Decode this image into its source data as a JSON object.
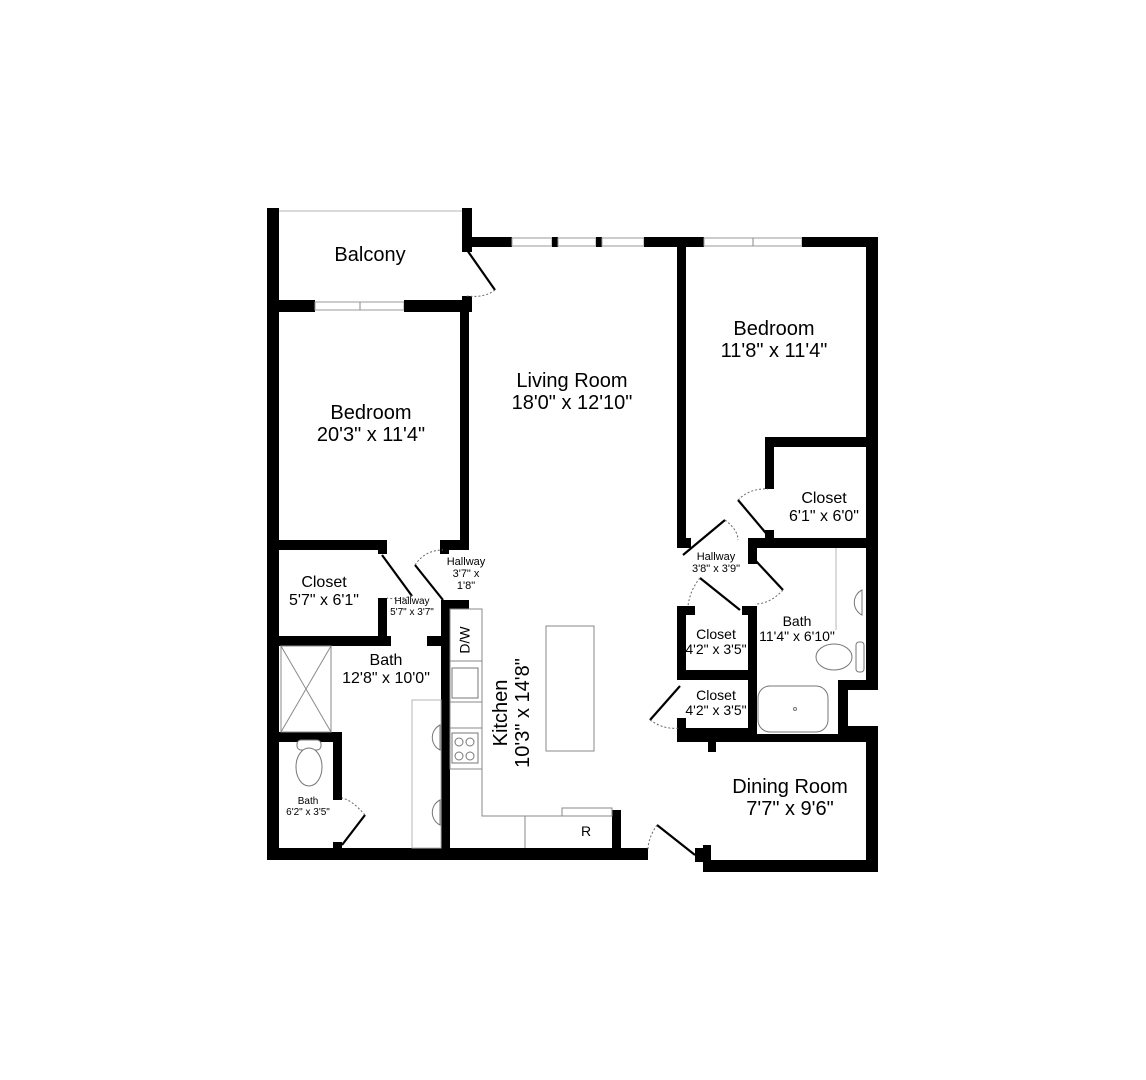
{
  "floorplan": {
    "rooms": [
      {
        "id": "balcony",
        "name": "Balcony",
        "dims": ""
      },
      {
        "id": "living-room",
        "name": "Living Room",
        "dims": "18'0\" x 12'10\""
      },
      {
        "id": "bedroom-left",
        "name": "Bedroom",
        "dims": "20'3\" x 11'4\""
      },
      {
        "id": "bedroom-right",
        "name": "Bedroom",
        "dims": "11'8\" x 11'4\""
      },
      {
        "id": "closet-right",
        "name": "Closet",
        "dims": "6'1\" x 6'0\""
      },
      {
        "id": "hallway-right",
        "name": "Hallway",
        "dims": "3'8\" x 3'9\""
      },
      {
        "id": "bath-right",
        "name": "Bath",
        "dims": "11'4\" x 6'10\""
      },
      {
        "id": "closet-mid-1",
        "name": "Closet",
        "dims": "4'2\" x 3'5\""
      },
      {
        "id": "closet-mid-2",
        "name": "Closet",
        "dims": "4'2\" x 3'5\""
      },
      {
        "id": "dining-room",
        "name": "Dining Room",
        "dims": "7'7\" x 9'6\""
      },
      {
        "id": "kitchen",
        "name": "Kitchen",
        "dims": "10'3\" x 14'8\""
      },
      {
        "id": "hallway-center",
        "name": "Hallway",
        "dims_line1": "3'7\" x",
        "dims_line2": "1'8\""
      },
      {
        "id": "closet-left",
        "name": "Closet",
        "dims": "5'7\" x 6'1\""
      },
      {
        "id": "hallway-left",
        "name": "Hallway",
        "dims": "5'7\" x 3'7\""
      },
      {
        "id": "bath-left",
        "name": "Bath",
        "dims": "12'8\" x 10'0\""
      },
      {
        "id": "bath-small",
        "name": "Bath",
        "dims": "6'2\" x 3'5\""
      }
    ],
    "appliances": {
      "dishwasher": "D/W",
      "refrigerator": "R"
    },
    "colors": {
      "wall": "#000000",
      "background": "#ffffff",
      "fixture_line": "#8a8a8a"
    }
  }
}
